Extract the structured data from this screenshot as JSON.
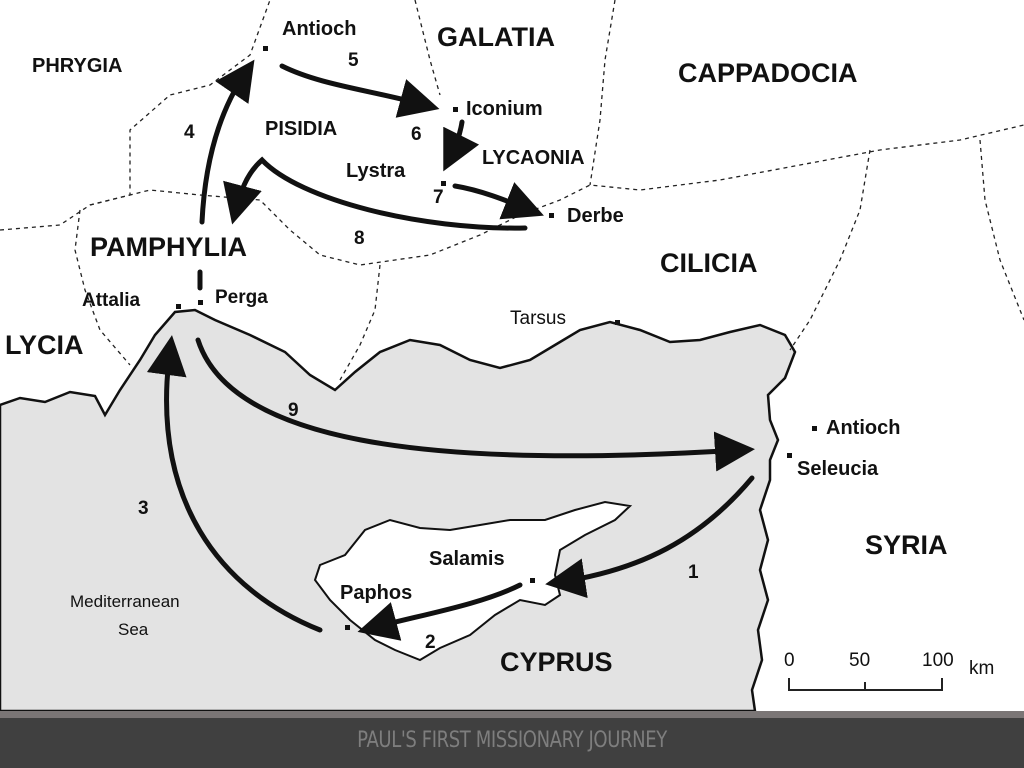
{
  "title": "PAUL'S FIRST MISSIONARY JOURNEY",
  "colors": {
    "sea": "#e3e3e3",
    "land": "#ffffff",
    "footer": "#404040",
    "footer_strip": "#7b7676",
    "ink": "#111111"
  },
  "regions": {
    "phrygia": "PHRYGIA",
    "galatia": "GALATIA",
    "cappadocia": "CAPPADOCIA",
    "pisidia": "PISIDIA",
    "lycaonia": "LYCAONIA",
    "pamphylia": "PAMPHYLIA",
    "cilicia": "CILICIA",
    "lycia": "LYCIA",
    "syria": "SYRIA",
    "cyprus": "CYPRUS"
  },
  "cities": {
    "antioch_pisidia": "Antioch",
    "iconium": "Iconium",
    "lystra": "Lystra",
    "derbe": "Derbe",
    "attalia": "Attalia",
    "perga": "Perga",
    "tarsus": "Tarsus",
    "antioch_syria": "Antioch",
    "seleucia": "Seleucia",
    "salamis": "Salamis",
    "paphos": "Paphos"
  },
  "sea_label": {
    "line1": "Mediterranean",
    "line2": "Sea"
  },
  "route_steps": [
    "1",
    "2",
    "3",
    "4",
    "5",
    "6",
    "7",
    "8",
    "9"
  ],
  "scale": {
    "ticks": [
      "0",
      "50",
      "100"
    ],
    "unit": "km"
  }
}
